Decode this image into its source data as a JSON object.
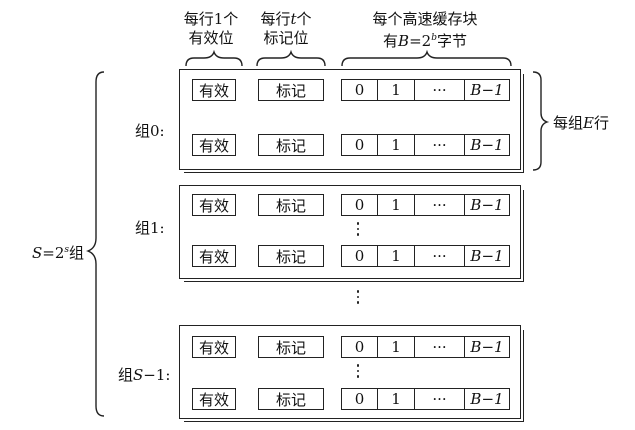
{
  "headers": {
    "valid_bits": [
      "每行1个",
      "有效位"
    ],
    "tag_bits": [
      "每行t个",
      "标记位"
    ],
    "block": [
      "每个高速缓存块",
      "有B=2b字节"
    ]
  },
  "row_cells": {
    "valid": "有效",
    "tag": "标记",
    "byte0": "0",
    "byte1": "1",
    "ellipsis": "···",
    "last": "B−1"
  },
  "sets": [
    {
      "label": "组0:"
    },
    {
      "label": "组1:"
    },
    {
      "label": "组S−1:"
    }
  ],
  "side_labels": {
    "lines_per_set": "每组E行",
    "sets_total": "S=2s组"
  }
}
